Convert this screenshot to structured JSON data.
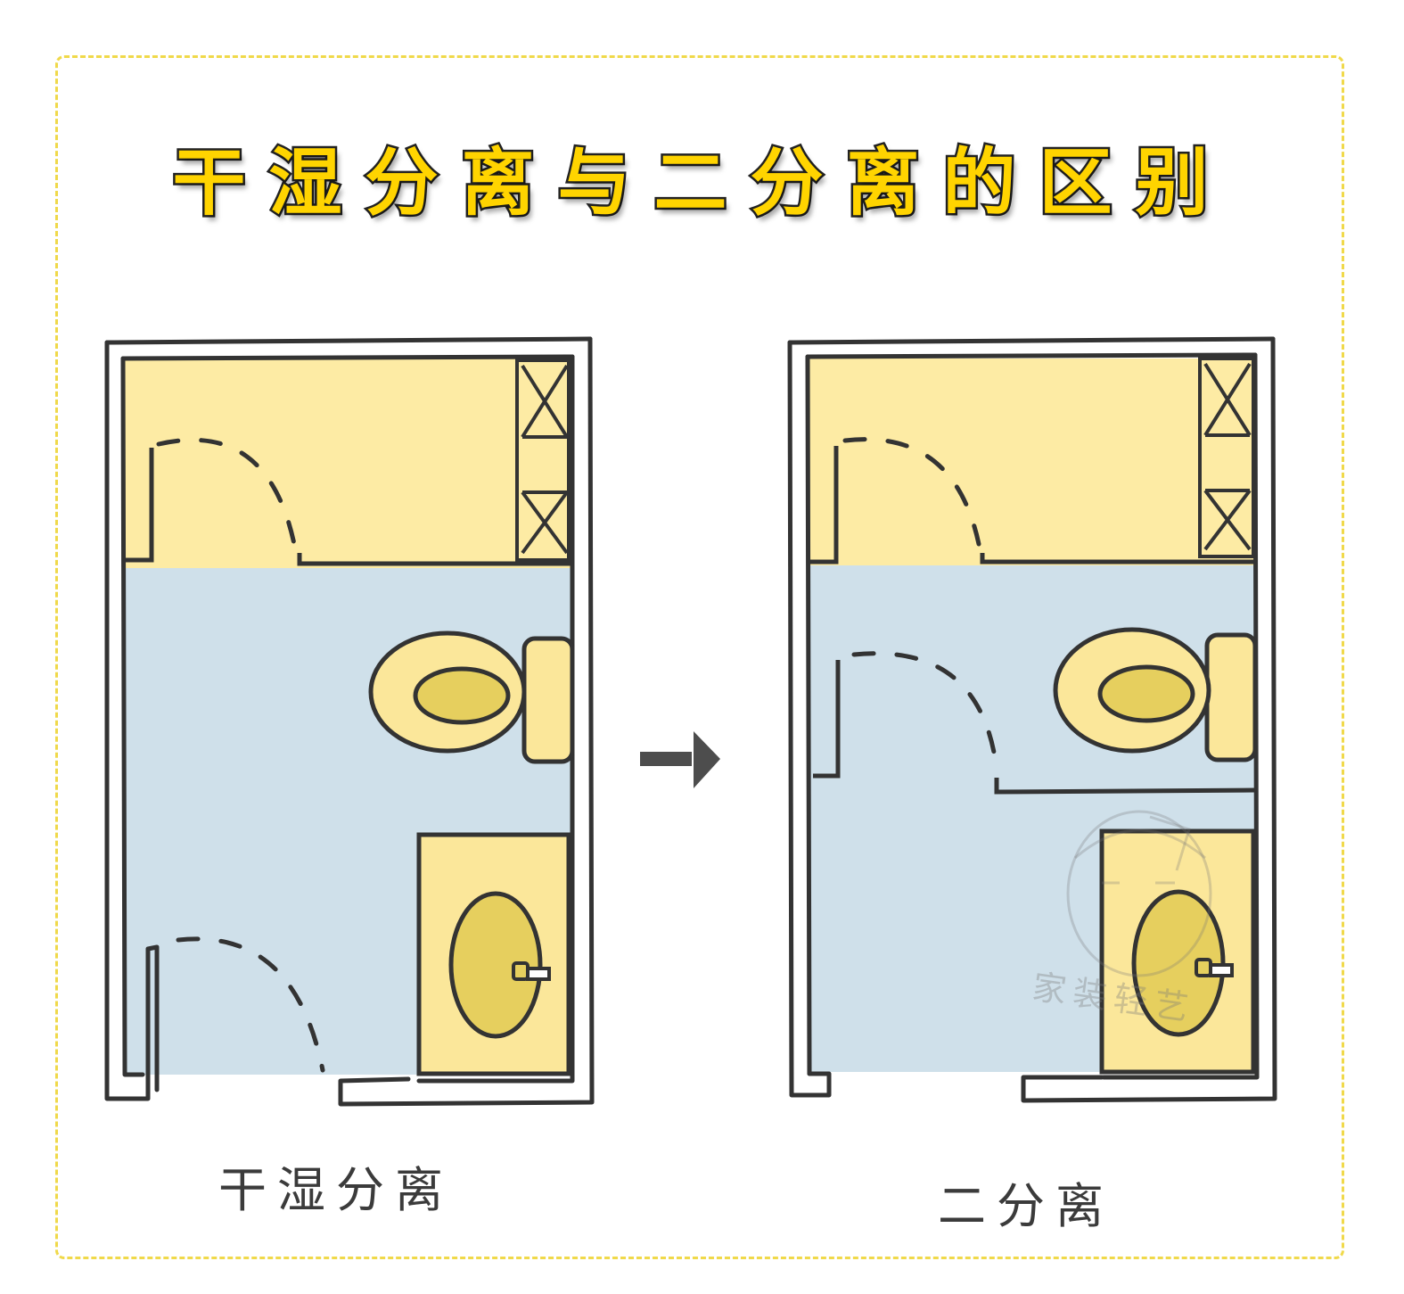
{
  "title": "干湿分离与二分离的区别",
  "captions": {
    "left": "干湿分离",
    "right": "二分离"
  },
  "watermark": "家装轻艺",
  "colors": {
    "dry_zone": "#fdeba4",
    "wet_zone": "#cfe0ea",
    "fixture": "#fbe79a",
    "fixture_inner": "#e6cf5e",
    "wall_line": "#333333",
    "title_fill": "#ffd400",
    "frame": "#f0d94a",
    "arrow": "#4d4d4d"
  },
  "icons": [
    "door-swing-icon",
    "toilet-icon",
    "shower-icon",
    "cabinet-icon",
    "arrow-right-icon"
  ]
}
